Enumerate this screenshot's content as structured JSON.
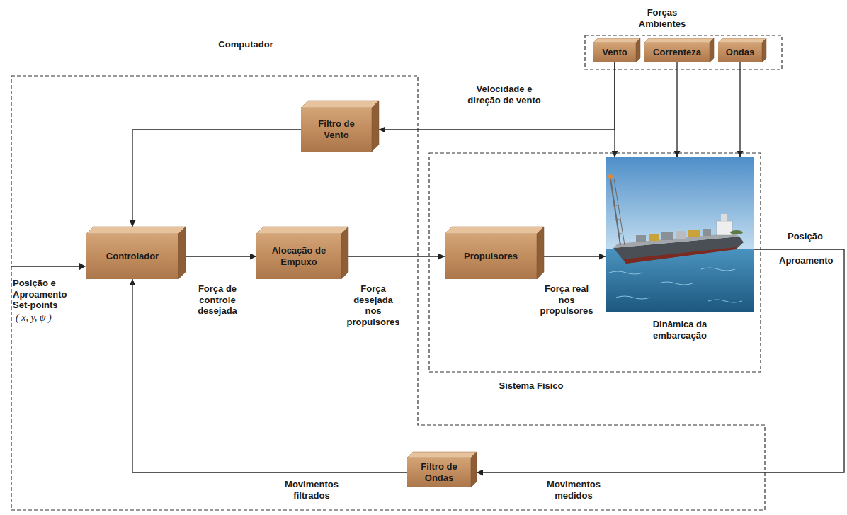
{
  "diagram": {
    "nodes": [
      {
        "text": [
          "Forças Ambientes"
        ]
      },
      {
        "text": [
          "Vento"
        ],
        "in": 0
      },
      {
        "text": [
          "Correnteza"
        ],
        "in": 0
      },
      {
        "text": [
          "Ondas"
        ],
        "in": 0
      },
      {
        "text": [
          "Computador"
        ]
      },
      {
        "text": [
          "Filtro de Vento"
        ],
        "in": 4
      },
      {
        "text": [
          "Controlador"
        ],
        "in": 4
      },
      {
        "text": [
          "Alocação de Empuxo"
        ],
        "in": 4
      },
      {
        "text": [
          "Sistema Físico"
        ]
      },
      {
        "text": [
          "Propulsores"
        ],
        "in": 8
      },
      {
        "text": [
          "Dinâmica da embarcação"
        ],
        "in": 8
      },
      {
        "text": [
          "Filtro de Ondas"
        ],
        "in": 4
      }
    ],
    "edges": [
      {
        "from": 1,
        "to": 5,
        "arrow": "to",
        "label": "Velocidade e direção de vento"
      },
      {
        "from": 1,
        "to": 10,
        "arrow": "to"
      },
      {
        "from": 2,
        "to": 10,
        "arrow": "to"
      },
      {
        "from": 3,
        "to": 10,
        "arrow": "to"
      },
      {
        "from": 5,
        "to": 6,
        "arrow": "to"
      },
      {
        "from": 6,
        "to": 7,
        "arrow": "to",
        "label": "Força de controle desejada"
      },
      {
        "from": 7,
        "to": 9,
        "arrow": "to",
        "label": "Força desejada nos propulsores"
      },
      {
        "from": 9,
        "to": 10,
        "arrow": "to",
        "label": "Força real nos propulsores"
      },
      {
        "from": 10,
        "to": 11,
        "arrow": "to",
        "label": "Movimentos medidos"
      },
      {
        "from": 11,
        "to": 6,
        "arrow": "to",
        "label": "Movimentos filtrados"
      }
    ],
    "labels": [
      "Posição e Aproamento Set-points",
      "( x, y, ψ )",
      "Posição",
      "Aproamento"
    ]
  }
}
